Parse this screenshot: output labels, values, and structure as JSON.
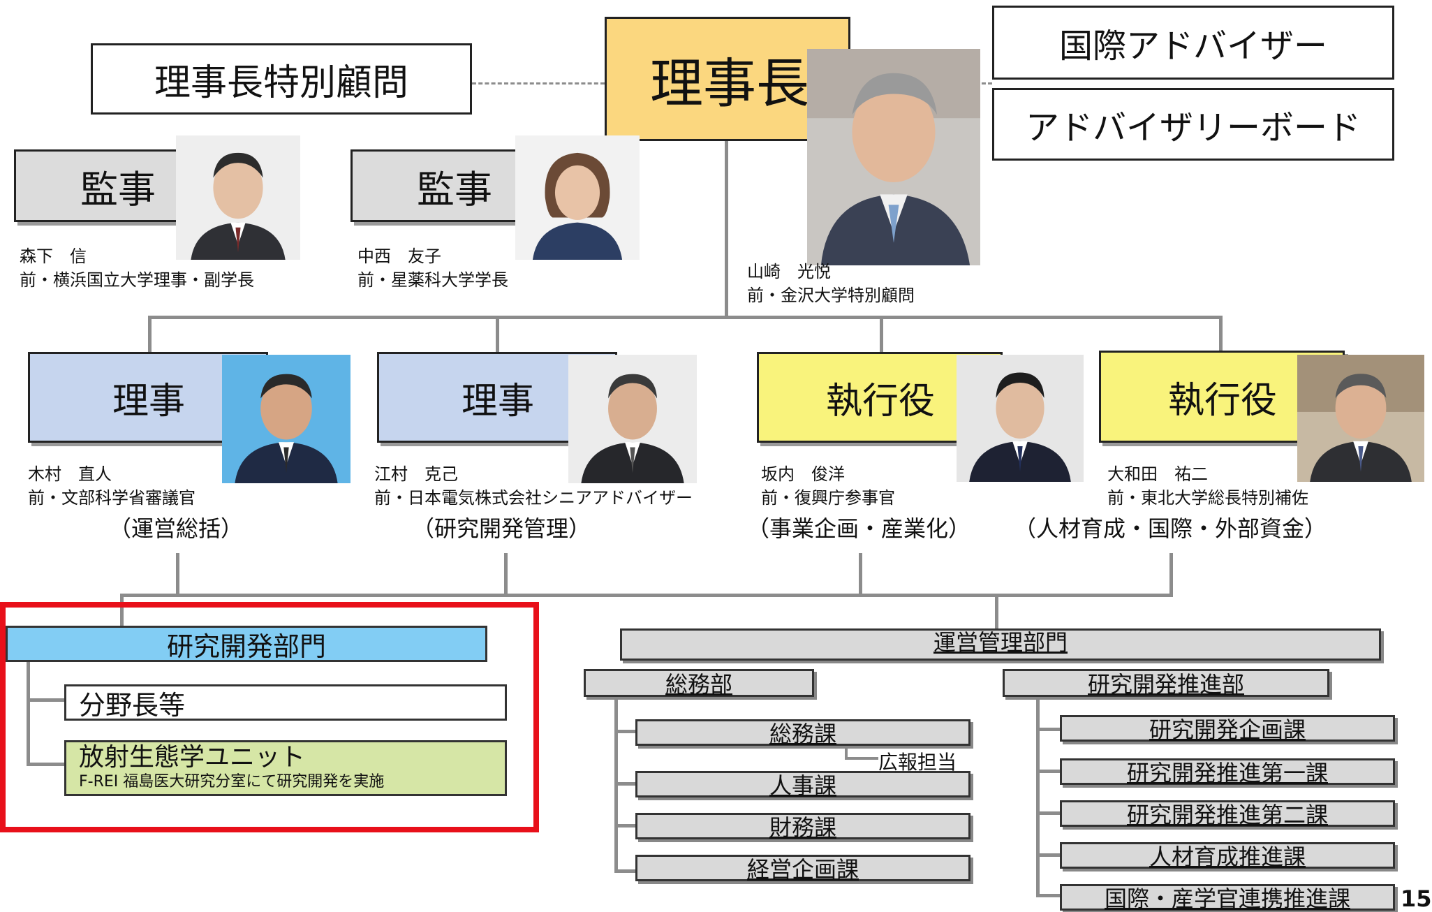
{
  "top": {
    "chair_title": "理事長",
    "special_advisor": "理事長特別顧問",
    "intl_advisor": "国際アドバイザー",
    "advisory_board": "アドバイザリーボード",
    "chair_person": {
      "name": "山崎　光悦",
      "prev": "前・金沢大学特別顧問"
    }
  },
  "auditors": [
    {
      "title": "監事",
      "name": "森下　信",
      "prev": "前・横浜国立大学理事・副学長"
    },
    {
      "title": "監事",
      "name": "中西　友子",
      "prev": "前・星薬科大学学長"
    }
  ],
  "executives": [
    {
      "title": "理事",
      "name": "木村　直人",
      "prev": "前・文部科学省審議官",
      "role": "（運営総括）"
    },
    {
      "title": "理事",
      "name": "江村　克己",
      "prev": "前・日本電気株式会社シニアアドバイザー",
      "role": "（研究開発管理）"
    },
    {
      "title": "執行役",
      "name": "坂内　俊洋",
      "prev": "前・復興庁参事官",
      "role": "（事業企画・産業化）"
    },
    {
      "title": "執行役",
      "name": "大和田　祐二",
      "prev": "前・東北大学総長特別補佐",
      "role": "（人材育成・国際・外部資金）"
    }
  ],
  "research": {
    "title": "研究開発部門",
    "field_heads": "分野長等",
    "unit_title": "放射生態学ユニット",
    "unit_note": "F-REI 福島医大研究分室にて研究開発を実施"
  },
  "admin": {
    "title": "運営管理部門",
    "general": {
      "title": "総務部",
      "sections": [
        "総務課",
        "人事課",
        "財務課",
        "経営企画課"
      ],
      "pr": "広報担当"
    },
    "promo": {
      "title": "研究開発推進部",
      "sections": [
        "研究開発企画課",
        "研究開発推進第一課",
        "研究開発推進第二課",
        "人材育成推進課",
        "国際・産学官連携推進課"
      ]
    }
  },
  "page_number": "15",
  "colors": {
    "chair": "#fbd77f",
    "director": "#c6d5ee",
    "executive": "#f9f37c",
    "research_header": "#82cdf4",
    "unit": "#d6e6a6",
    "dept": "#d9d9d9",
    "highlight": "#e8101a"
  },
  "icons": [
    "portrait-photo"
  ]
}
